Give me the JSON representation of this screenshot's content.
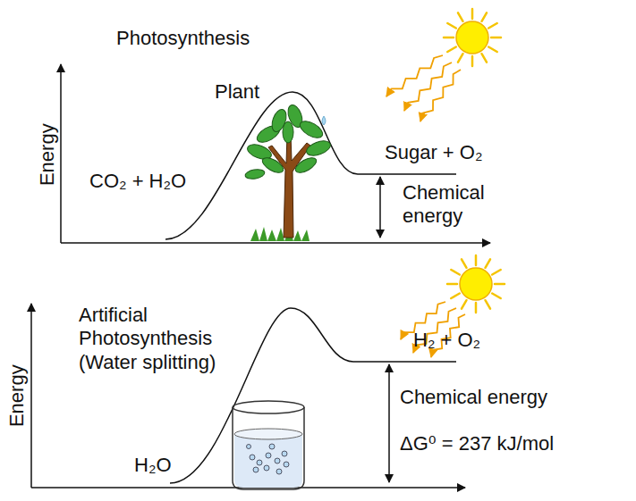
{
  "diagram": {
    "labels": [
      "Photosynthesis",
      "Energy",
      "Plant",
      "Sugar + O₂",
      "CO₂ + H₂O",
      "Chemical energy",
      "Artificial Photosynthesis (Water splitting)",
      "Energy",
      "H₂ + O₂",
      "H₂O",
      "Chemical energy",
      "ΔG⁰ = 237 kJ/mol"
    ]
  }
}
